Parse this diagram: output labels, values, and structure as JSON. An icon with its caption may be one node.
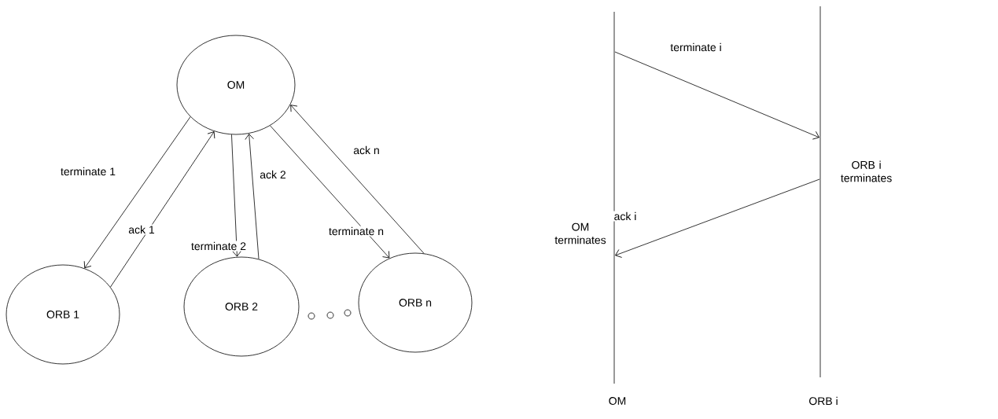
{
  "diagram": {
    "nodes": [
      {
        "text": [
          "OM"
        ]
      },
      {
        "text": [
          "ORB 1"
        ]
      },
      {
        "text": [
          "ORB 2"
        ]
      },
      {
        "text": [
          "ORB n"
        ]
      },
      {
        "text": [
          "OM"
        ],
        "beside": [
          "OM terminates"
        ]
      },
      {
        "text": [
          "ORB i"
        ],
        "beside": [
          "ORB i terminates"
        ]
      }
    ],
    "edges": [
      {
        "from": 0,
        "to": 1,
        "arrow": "to",
        "label": "terminate 1"
      },
      {
        "from": 1,
        "to": 0,
        "arrow": "to",
        "label": "ack 1"
      },
      {
        "from": 0,
        "to": 2,
        "arrow": "to",
        "label": "terminate 2"
      },
      {
        "from": 2,
        "to": 0,
        "arrow": "to",
        "label": "ack 2"
      },
      {
        "from": 0,
        "to": 3,
        "arrow": "to",
        "label": "terminate n"
      },
      {
        "from": 3,
        "to": 0,
        "arrow": "to",
        "label": "ack n"
      },
      {
        "from": 4,
        "to": 5,
        "arrow": "to",
        "label": "terminate i"
      },
      {
        "from": 5,
        "to": 4,
        "arrow": "to",
        "label": "ack i"
      }
    ]
  }
}
